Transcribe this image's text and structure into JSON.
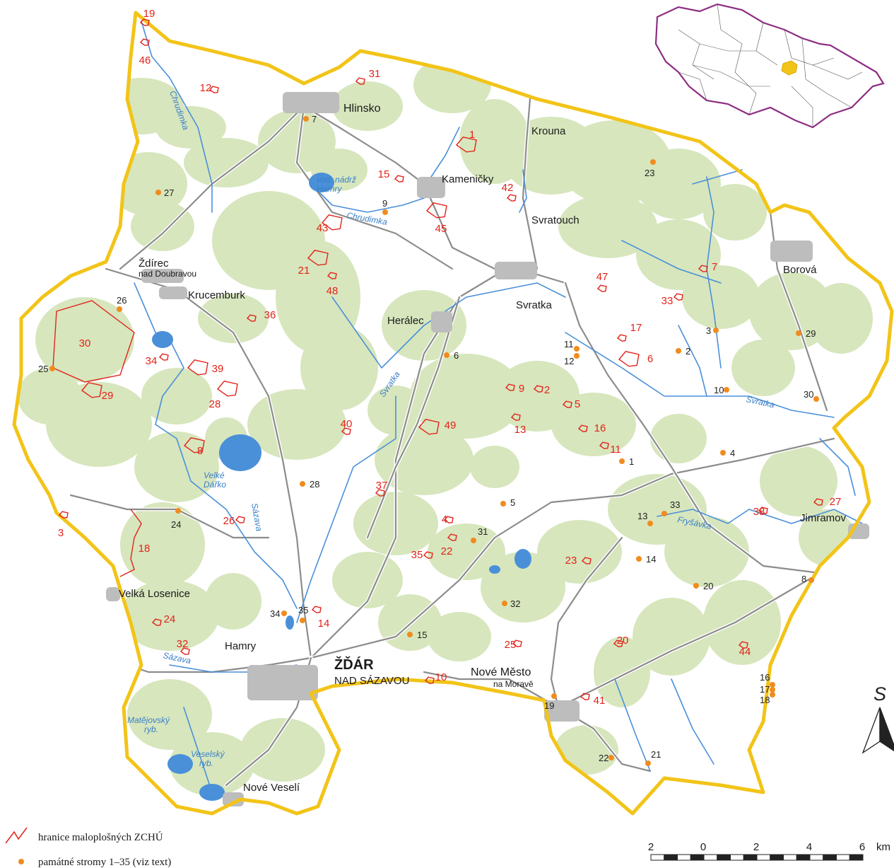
{
  "colors": {
    "border": "#f2c418",
    "forest": "#d7e6bd",
    "water": "#4a90d9",
    "road": "#8c8c8c",
    "protected_area": "#e2231a",
    "tree": "#f08c1e",
    "town": "#bdbdbd"
  },
  "towns": [
    {
      "id": "hlinsko",
      "name": "Hlinsko"
    },
    {
      "id": "krouna",
      "name": "Krouna"
    },
    {
      "id": "kamenicky",
      "name": "Kameničky"
    },
    {
      "id": "svratouch",
      "name": "Svratouch"
    },
    {
      "id": "zdirec",
      "name": "Ždírec"
    },
    {
      "id": "zdirec2",
      "name": "nad Doubravou"
    },
    {
      "id": "krucemburk",
      "name": "Krucemburk"
    },
    {
      "id": "heralec",
      "name": "Herálec"
    },
    {
      "id": "svratka",
      "name": "Svratka"
    },
    {
      "id": "borova",
      "name": "Borová"
    },
    {
      "id": "jimramov",
      "name": "Jimramov"
    },
    {
      "id": "velka_losenice",
      "name": "Velká Losenice"
    },
    {
      "id": "hamry",
      "name": "Hamry"
    },
    {
      "id": "zdar",
      "name": "ŽĎÁR"
    },
    {
      "id": "zdar2",
      "name": "NAD SÁZAVOU"
    },
    {
      "id": "nove_mesto",
      "name": "Nové Město"
    },
    {
      "id": "nove_mesto2",
      "name": "na Moravě"
    },
    {
      "id": "nove_veseli",
      "name": "Nové Veselí"
    }
  ],
  "water_labels": [
    {
      "id": "chrudimka1",
      "name": "Chrudimka"
    },
    {
      "id": "chrudimka2",
      "name": "Chrudimka"
    },
    {
      "id": "vod_nadrz",
      "name": "vod. nádrž"
    },
    {
      "id": "vod_nadrz2",
      "name": "Hamry"
    },
    {
      "id": "svratka_r1",
      "name": "Svratka"
    },
    {
      "id": "svratka_r2",
      "name": "Svratka"
    },
    {
      "id": "frysavka",
      "name": "Fryšávka"
    },
    {
      "id": "velke_darko",
      "name": "Velké"
    },
    {
      "id": "velke_darko2",
      "name": "Dářko"
    },
    {
      "id": "sazava1",
      "name": "Sázava"
    },
    {
      "id": "sazava2",
      "name": "Sázava"
    },
    {
      "id": "matejovsky",
      "name": "Matějovský"
    },
    {
      "id": "matejovsky2",
      "name": "ryb."
    },
    {
      "id": "veselsky",
      "name": "Veselský"
    },
    {
      "id": "veselsky2",
      "name": "ryb."
    }
  ],
  "memorial_trees": [
    "1",
    "2",
    "3",
    "4",
    "5",
    "6",
    "7",
    "8",
    "9",
    "10",
    "11",
    "12",
    "13",
    "14",
    "15",
    "16",
    "17",
    "18",
    "19",
    "20",
    "21",
    "22",
    "23",
    "24",
    "25",
    "26",
    "27",
    "28",
    "29",
    "30",
    "31",
    "32",
    "33",
    "34",
    "35"
  ],
  "protected_areas": [
    "1",
    "2",
    "3",
    "4",
    "5",
    "6",
    "7",
    "8",
    "9",
    "10",
    "11",
    "12",
    "13",
    "14",
    "15",
    "16",
    "17",
    "18",
    "19",
    "20",
    "21",
    "22",
    "23",
    "24",
    "25",
    "26",
    "27",
    "28",
    "29",
    "30",
    "31",
    "32",
    "33",
    "34",
    "35",
    "36",
    "37",
    "38",
    "39",
    "40",
    "41",
    "42",
    "43",
    "44",
    "45",
    "46",
    "47",
    "48",
    "49"
  ],
  "legend": {
    "border_label": "hranice maloplošných ZCHÚ",
    "tree_label": "památné stromy 1–35 (viz text)"
  },
  "scale": {
    "ticks": [
      "2",
      "0",
      "2",
      "4",
      "6"
    ],
    "unit": "km"
  },
  "north_label": "S"
}
